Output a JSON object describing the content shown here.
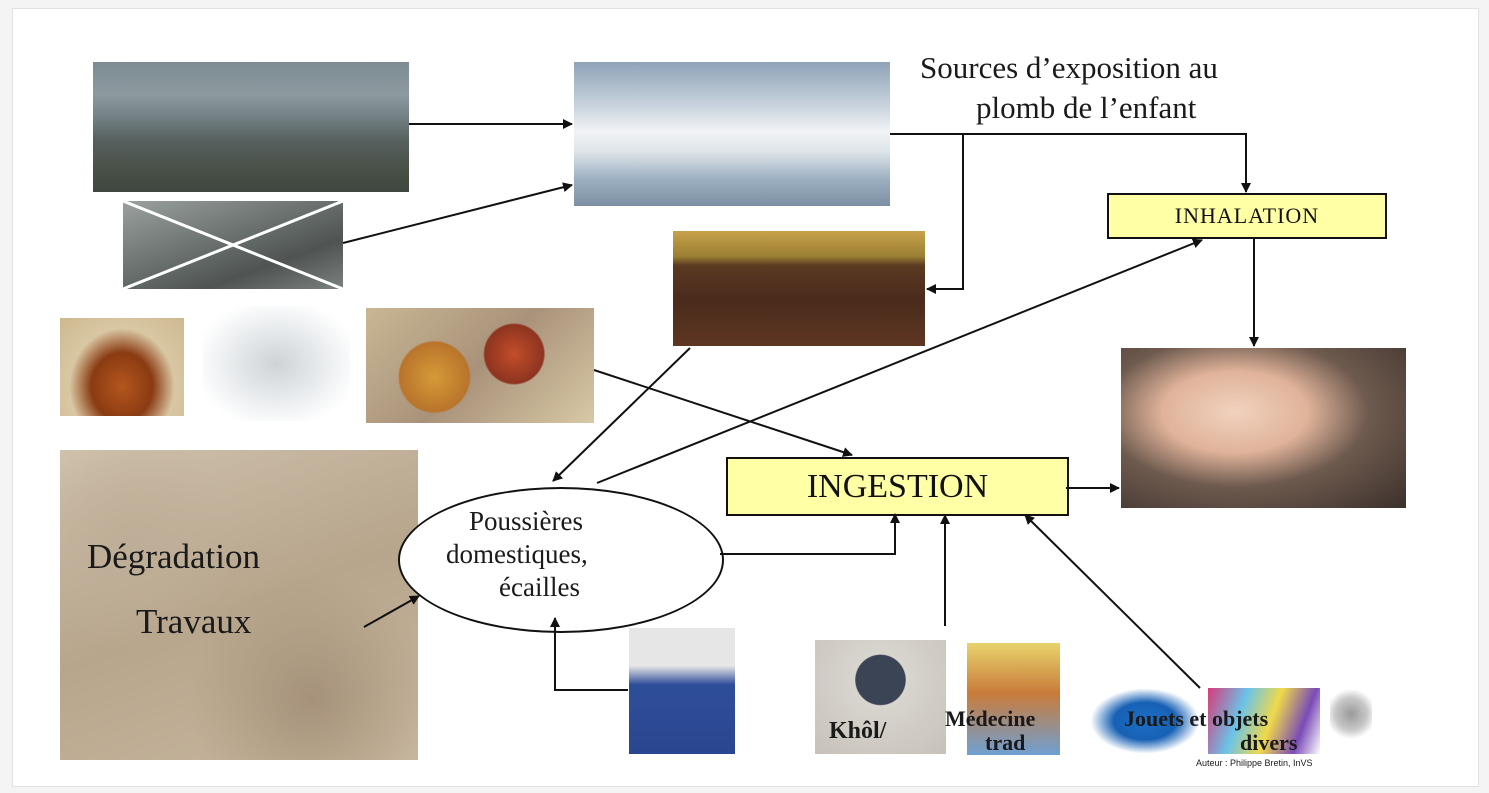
{
  "title_line1": "Sources d’exposition au",
  "title_line2": "plomb de l’enfant",
  "boxes": {
    "inhalation": "INHALATION",
    "ingestion": "INGESTION"
  },
  "ellipse": {
    "line1": "Poussières",
    "line2": "domestiques,",
    "line3": "écailles"
  },
  "labels": {
    "degradation": "Dégradation",
    "travaux": "Travaux",
    "khol": "Khôl/",
    "medecine_line1": "Médecine",
    "medecine_line2": "trad",
    "jouets_line1": "Jouets et objets",
    "jouets_line2": "divers",
    "credit": "Auteur : Philippe Bretin, InVS"
  },
  "colors": {
    "box_fill": "#ffffa6",
    "arrow": "#111111"
  }
}
